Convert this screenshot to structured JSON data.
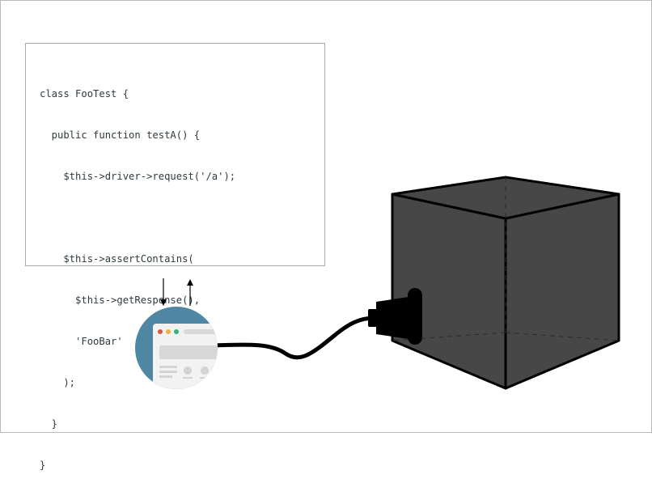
{
  "code_snippet": {
    "lines": [
      "class FooTest {",
      "  public function testA() {",
      "    $this->driver->request('/a');",
      "",
      "    $this->assertContains(",
      "      $this->getResponse(),",
      "      'FooBar'",
      "    );",
      "  }",
      "}"
    ]
  },
  "colors": {
    "browser_circle": "#4e86a3",
    "browser_window": "#f2f2f2",
    "window_dot_red": "#e0534a",
    "window_dot_yellow": "#f0b23a",
    "window_dot_green": "#37b07a",
    "cube_fill": "#474747",
    "outline": "#000000",
    "code_text": "#2e3a40"
  },
  "icons": {
    "request_arrow": "arrow-down-icon",
    "response_arrow": "arrow-up-icon",
    "browser": "browser-window-icon",
    "plug": "power-plug-icon",
    "box": "black-box-cube"
  }
}
